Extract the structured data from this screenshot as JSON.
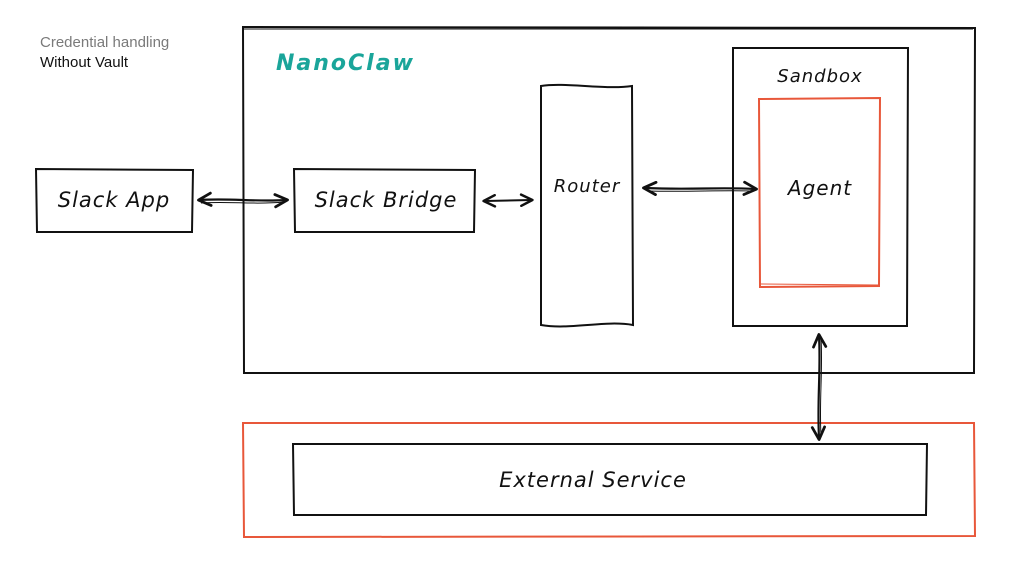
{
  "caption": {
    "line1": "Credential handling",
    "line2": "Without Vault"
  },
  "diagram": {
    "container_title": "NanoClaw",
    "nodes": {
      "slack_app": "Slack App",
      "slack_bridge": "Slack Bridge",
      "router": "Router",
      "sandbox": "Sandbox",
      "agent": "Agent",
      "external_service": "External Service"
    },
    "colors": {
      "ink": "#111111",
      "accent_red": "#e8573a",
      "title_teal": "#1aa59a",
      "caption_grey": "#7a7a7a"
    },
    "edges": [
      {
        "from": "slack_app",
        "to": "slack_bridge",
        "bidirectional": true
      },
      {
        "from": "slack_bridge",
        "to": "router",
        "bidirectional": true
      },
      {
        "from": "router",
        "to": "agent",
        "bidirectional": true
      },
      {
        "from": "sandbox",
        "to": "external_service",
        "bidirectional": true
      }
    ]
  }
}
